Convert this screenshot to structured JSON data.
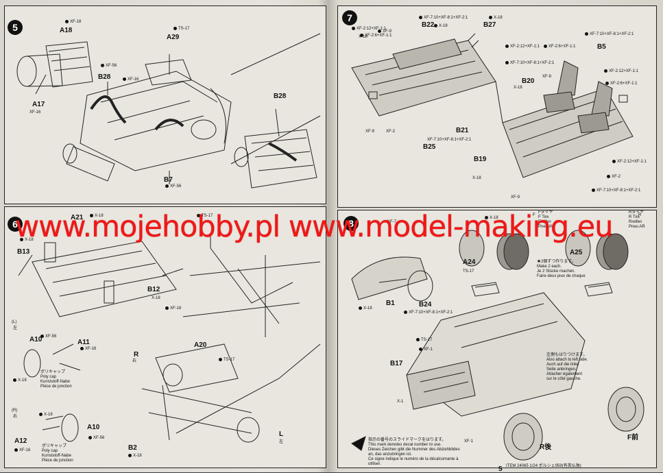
{
  "watermark": "www.mojehobby.pl www.model-making.eu",
  "page_number": "5",
  "item_code": "ITEM 24065 1/24 ポルシェ959(有英仏独)",
  "step5": {
    "number": "5",
    "labels": [
      "XF-18",
      "A18",
      "XF-56",
      "B28",
      "XF-16",
      "A29",
      "TS-17",
      "A17",
      "XF-16",
      "B28",
      "B7",
      "XF-56"
    ]
  },
  "step6": {
    "number": "6",
    "labels": [
      "A21",
      "X-18",
      "X-18",
      "B13",
      "TS-17",
      "B12",
      "X-18",
      "XF-16",
      "A20",
      "TS-17",
      "R",
      "右",
      "A10",
      "XF-56",
      "A11",
      "XF-16",
      "X-18",
      "(L)",
      "左",
      "X-18",
      "A10",
      "XF-56",
      "A12",
      "XF-16",
      "(R)",
      "右",
      "B2",
      "X-18",
      "L",
      "左"
    ],
    "polycap_text": "ポリキャップ\nPoly cap\nKunststoff-Nabe\nPièce de jonction",
    "polycap_text2": "ポリキャップ\nPoly cap\nKunststoff-Nabe\nPièce de jonction"
  },
  "step7": {
    "number": "7",
    "labels": [
      "XF-7:10+XF-8:1+XF-2:1",
      "X-18",
      "B22",
      "B27",
      "X-18",
      "XF-2:12+XF-1:1",
      "XF-2:6+XF-1:1",
      "XF-9",
      "X-18",
      "XF-7:10+XF-8:1+XF-2:1",
      "B5",
      "XF-2:12+XF-1:1",
      "XF-2:6+XF-1:1",
      "XF-7:10+XF-8:1+XF-2:1",
      "XF-9",
      "B20",
      "X-18",
      "XF-2:12+XF-1:1",
      "XF-2:6+XF-1:1",
      "XF-7:10+XF-8:1+XF-2:1",
      "B21",
      "B25",
      "B19",
      "X-18",
      "XF-2:12+XF-1:1",
      "XF-2",
      "XF-7:10+XF-8:1+XF-2:1",
      "XF-9",
      "XF-2",
      "XF-9"
    ]
  },
  "step8": {
    "number": "8",
    "labels": [
      "X-18",
      "XF-7",
      "A24",
      "TS-17",
      "B1",
      "B24",
      "X-18",
      "XF-7:10+XF-8:1+XF-2:1",
      "TS-17",
      "XF-1",
      "B17",
      "X-1",
      "XF-1",
      "F",
      "R",
      "A25",
      "F前",
      "R後"
    ],
    "two_each": "★2個ずつ作ります。\nMake 2 each.\nJe 2 Stücke machen.\nFaire deux jeux de chaque",
    "tire_f": "Fタイヤ\nF Tire\nFreifen\nPneu AV",
    "tire_r": "Rタイヤ\nR Tire\nRreifen\nPneu AR",
    "left_side": "左側もはりつけます。\nAlso attach to left side.\nAuch auf die linke\nSeite anbringen.\nAttacher également\nsur le côté gauche.",
    "decal_note": "指示の番号のスライドマークをはります。\nThis mark denotes decal number to use.\nDieses Zeichen gibt die Nummer des Abziehbildes\nan, das anzubringen ist.\nCe signe indique le numéro de la décalcomanie à\nutiliser."
  }
}
